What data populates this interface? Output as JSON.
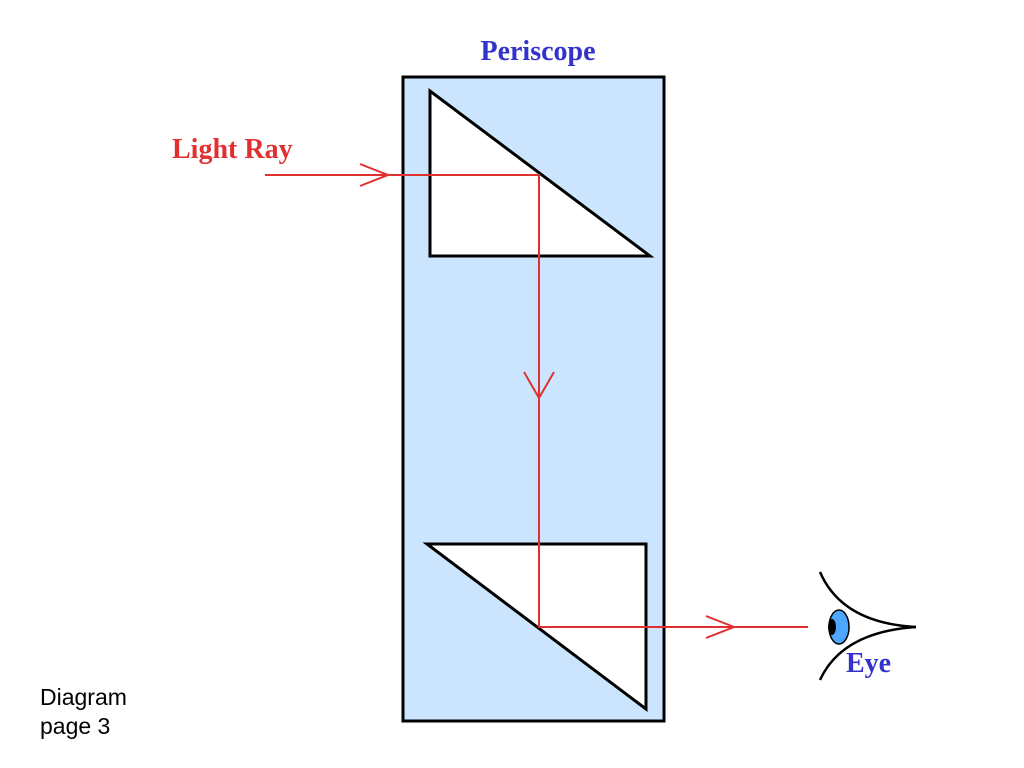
{
  "diagram": {
    "title": "Periscope",
    "ray_label": "Light Ray",
    "eye_label": "Eye"
  },
  "caption": {
    "line1": "Diagram",
    "line2": "page 3"
  },
  "colors": {
    "title_text": "#3333cc",
    "ray": "#e03030",
    "tube_fill": "#cce5ff",
    "outline": "#000000",
    "prism_fill": "#ffffff",
    "eye_iris": "#4da6ff"
  }
}
